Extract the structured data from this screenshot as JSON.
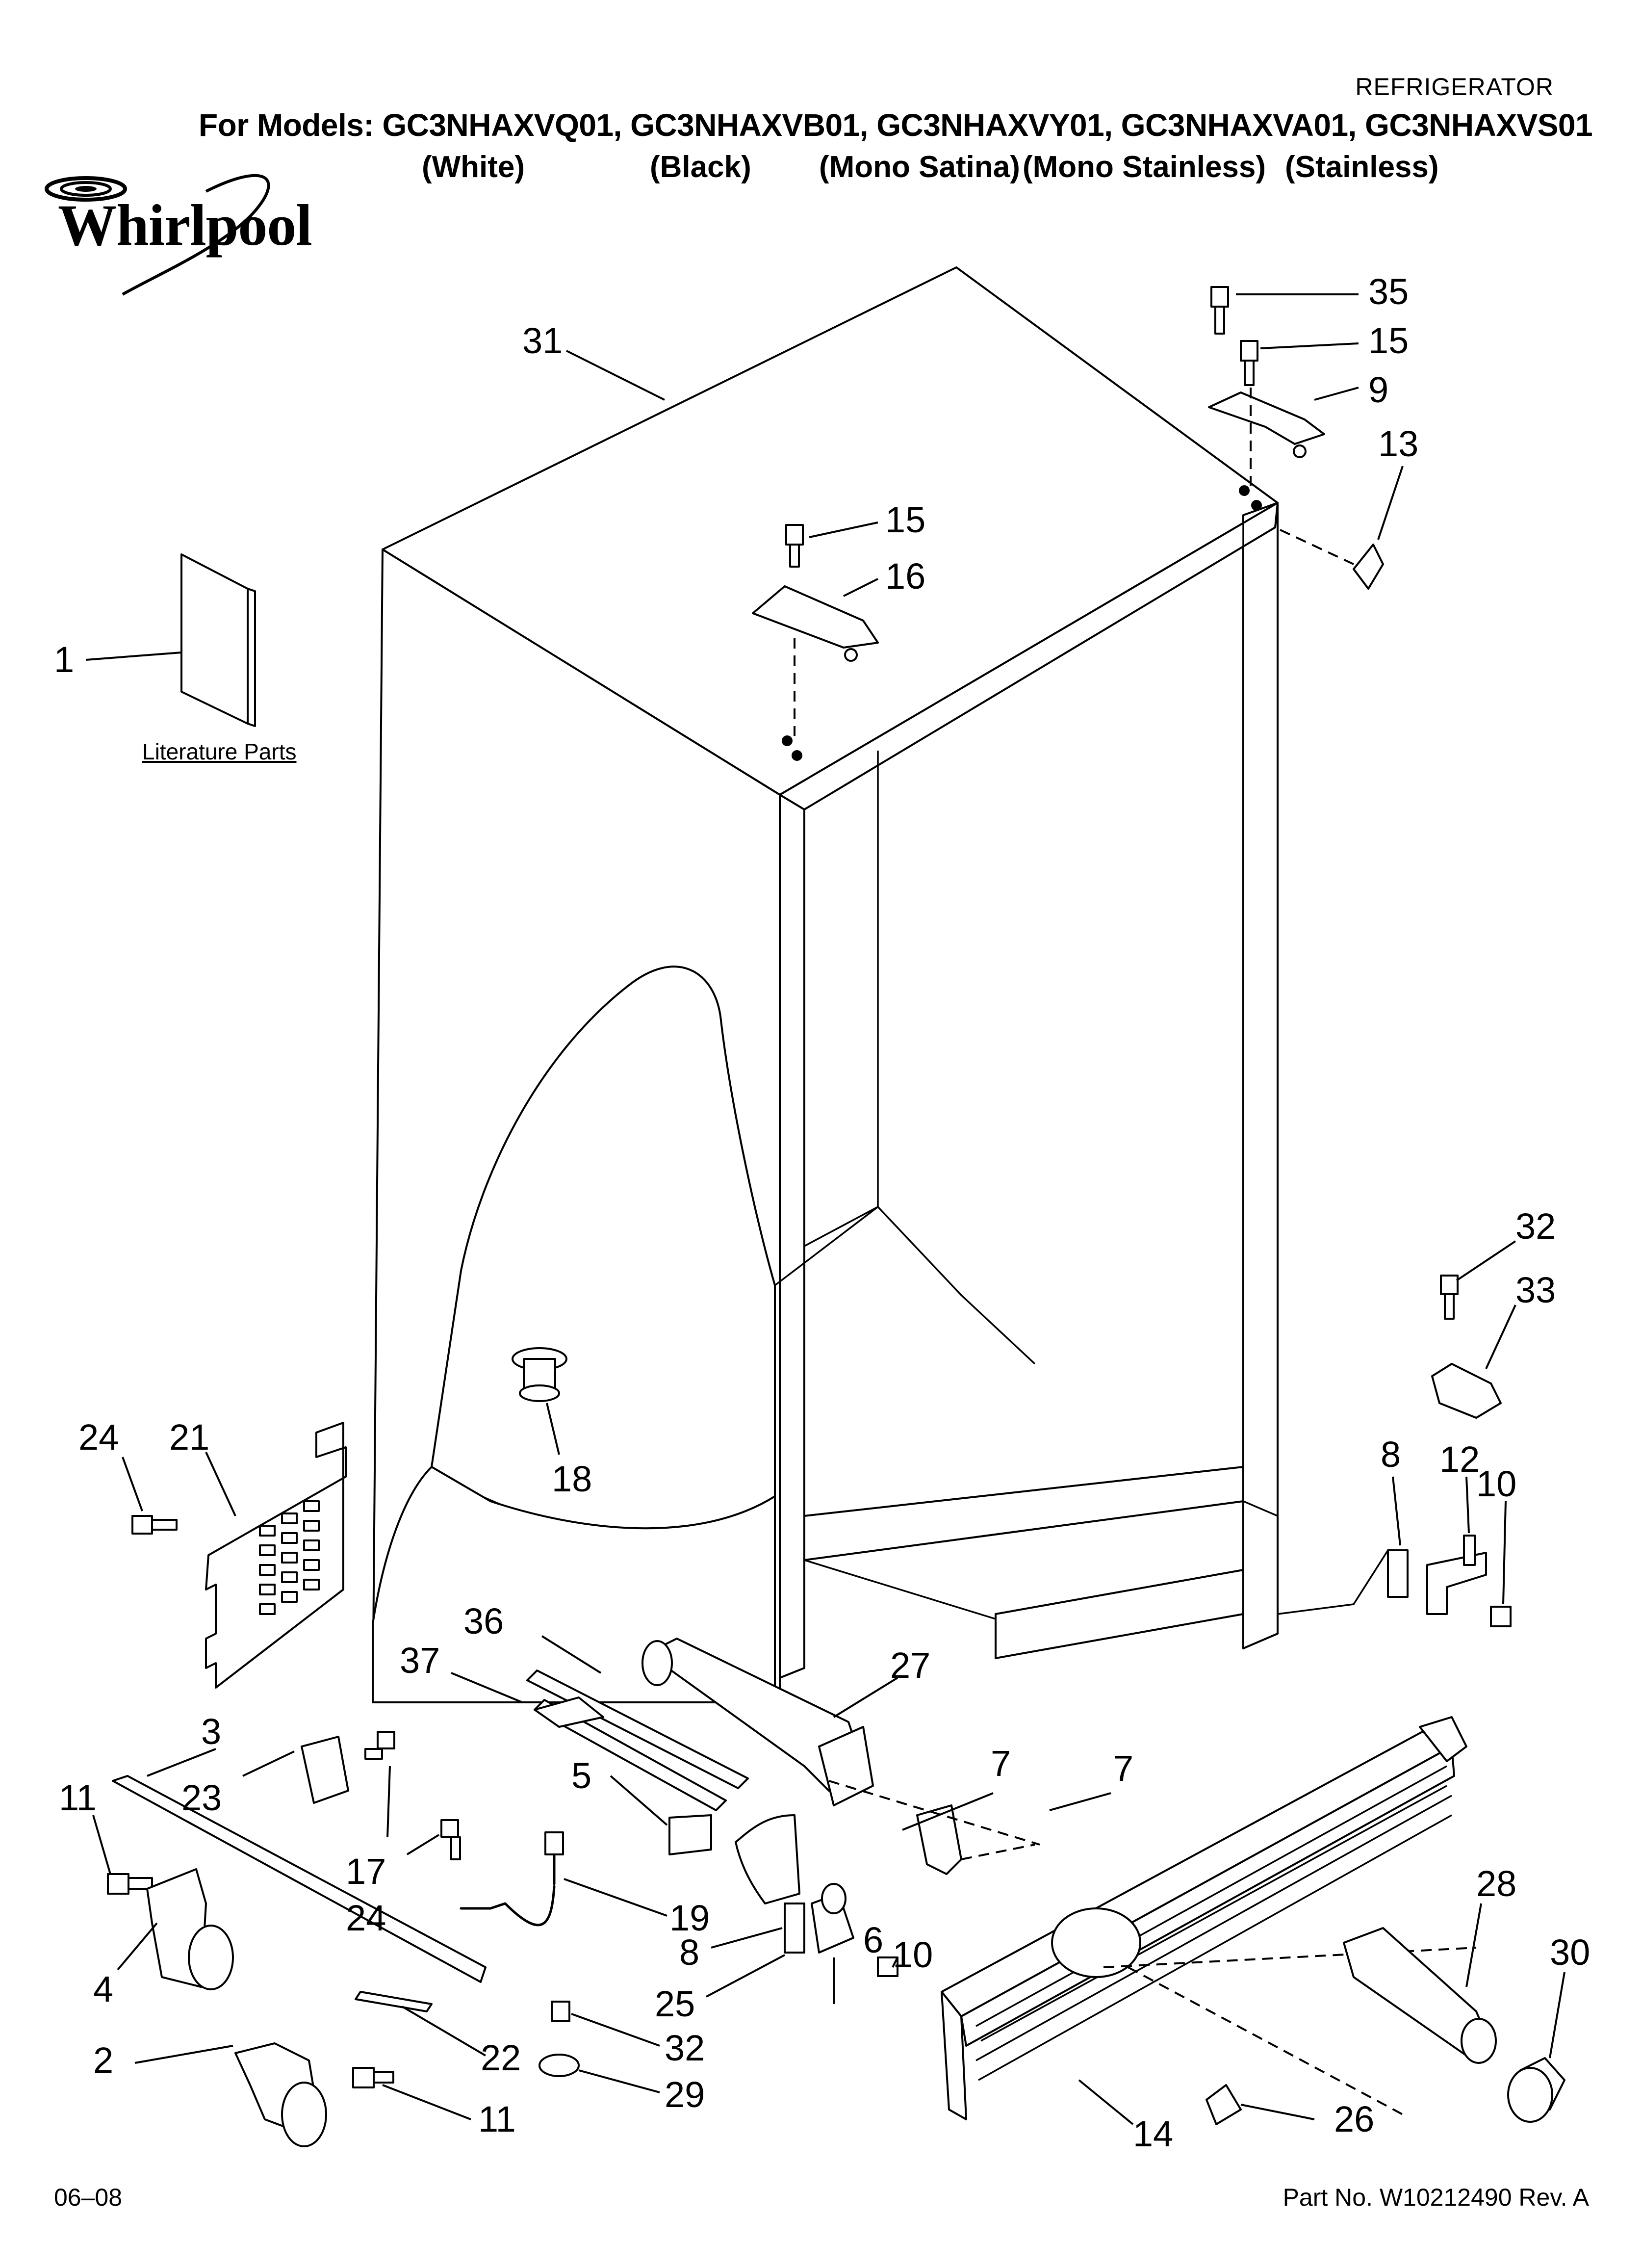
{
  "header": {
    "category": "REFRIGERATOR",
    "models_line": "For Models: GC3NHAXVQ01, GC3NHAXVB01, GC3NHAXVY01, GC3NHAXVA01, GC3NHAXVS01",
    "colors": [
      "(White)",
      "(Black)",
      "(Mono Satina)",
      "(Mono Stainless)",
      "(Stainless)"
    ]
  },
  "brand": {
    "name": "Whirlpool"
  },
  "literature_label": "Literature Parts",
  "footer": {
    "date": "06–08",
    "part_number": "Part No. W10212490 Rev. A"
  },
  "callouts": [
    "31",
    "35",
    "15",
    "9",
    "13",
    "15",
    "16",
    "1",
    "32",
    "33",
    "24",
    "21",
    "18",
    "8",
    "12",
    "10",
    "36",
    "37",
    "27",
    "3",
    "11",
    "23",
    "17",
    "24",
    "5",
    "7",
    "7",
    "19",
    "8",
    "6",
    "10",
    "4",
    "25",
    "28",
    "30",
    "32",
    "2",
    "22",
    "29",
    "11",
    "14",
    "26"
  ],
  "icons": {
    "brand_logo": "whirlpool-swirl-logo",
    "literature": "literature-booklet-icon"
  }
}
